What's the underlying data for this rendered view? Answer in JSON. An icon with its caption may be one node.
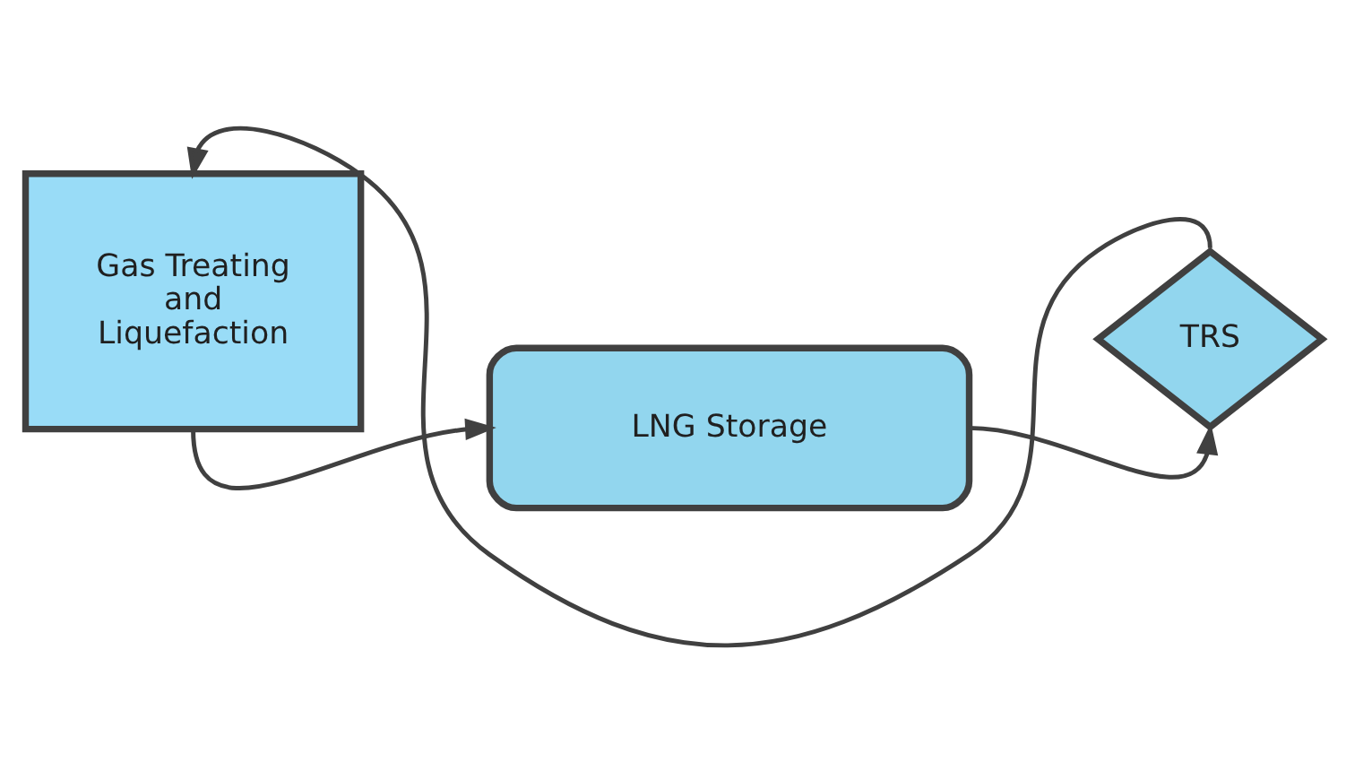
{
  "diagram": {
    "nodes": [
      {
        "text": [
          "Gas Treating and Liquefaction"
        ]
      },
      {
        "text": [
          "LNG Storage"
        ]
      },
      {
        "text": [
          "TRS"
        ]
      }
    ],
    "edges": [
      {
        "from": 0,
        "to": 1,
        "arrow": "to"
      },
      {
        "from": 1,
        "to": 2,
        "arrow": "to"
      },
      {
        "from": 2,
        "to": 0,
        "arrow": "to"
      }
    ]
  }
}
